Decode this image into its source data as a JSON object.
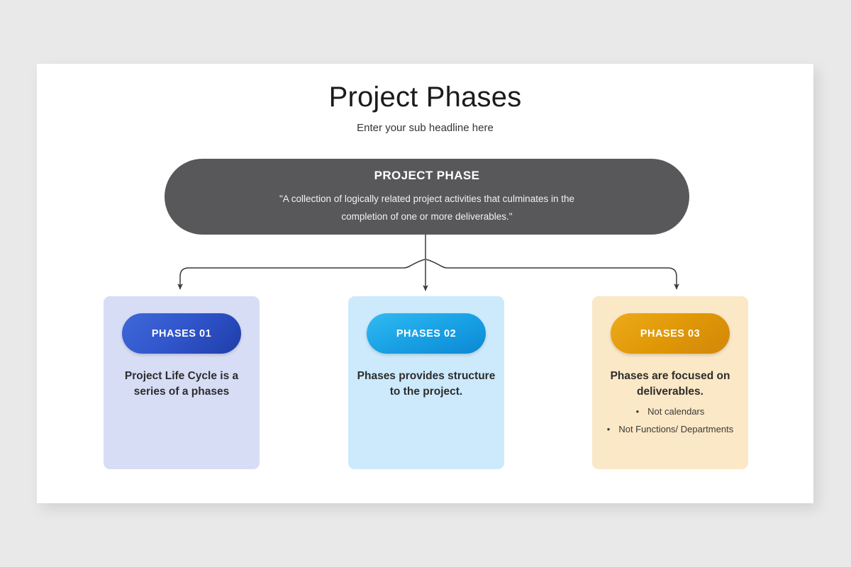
{
  "slide": {
    "title": "Project Phases",
    "subtitle": "Enter your sub headline here"
  },
  "banner": {
    "title": "PROJECT PHASE",
    "line1": "\"A collection of logically related project activities that culminates in the",
    "line2": "completion of one or more deliverables.\""
  },
  "cards": [
    {
      "pill_label": "PHASES 01",
      "heading": "Project Life Cycle is a series of a phases",
      "bullets": [],
      "background": "#d8ddf6",
      "accent": "#3257cd"
    },
    {
      "pill_label": "PHASES 02",
      "heading": "Phases provides structure to the project.",
      "bullets": [],
      "background": "#cceafc",
      "accent": "#1ba4e6"
    },
    {
      "pill_label": "PHASES 03",
      "heading": "Phases are focused on deliverables.",
      "bullets": [
        "Not calendars",
        "Not Functions/ Departments"
      ],
      "background": "#fbe8c6",
      "accent": "#e09806"
    }
  ],
  "connector": {
    "bullet_glyph": "•",
    "line_color": "#3a3a3a"
  }
}
